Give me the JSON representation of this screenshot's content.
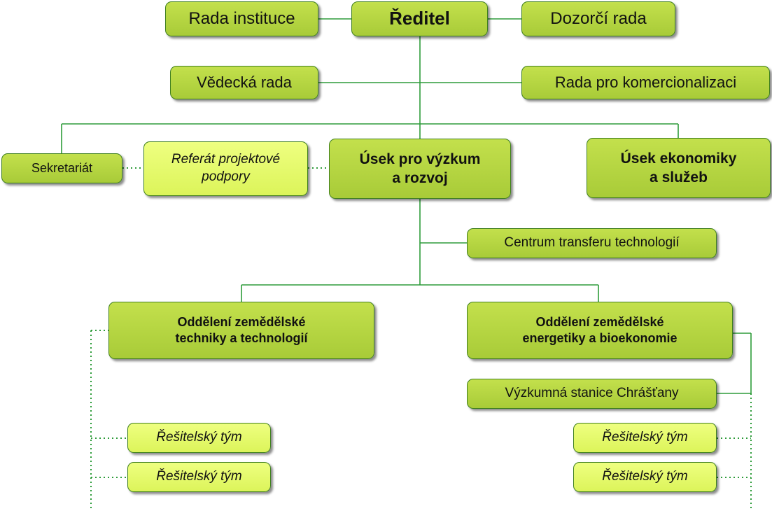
{
  "colors": {
    "box_fill": "#b2d33e",
    "box_fill_light": "#e5fa6a",
    "line": "#2e9c3a"
  },
  "nodes": {
    "reditel": "Ředitel",
    "rada_instituce": "Rada instituce",
    "dozorci_rada": "Dozorčí rada",
    "vedecka_rada": "Vědecká rada",
    "rada_komercionalizace": "Rada pro komercionalizaci",
    "sekretariat": "Sekretariát",
    "referat": "Referát projektové\npodpory",
    "usek_vyzkum": "Úsek pro výzkum\na rozvoj",
    "usek_ekonomiky": "Úsek ekonomiky\na služeb",
    "centrum_transferu": "Centrum transferu technologií",
    "oddeleni_techniky": "Oddělení zemědělské\ntechniky a technologií",
    "oddeleni_energetiky": "Oddělení zemědělské\nenergetiky a bioekonomie",
    "stanice": "Výzkumná stanice Chrášťany",
    "tym_left_1": "Řešitelský tým",
    "tym_left_2": "Řešitelský tým",
    "tym_right_1": "Řešitelský tým",
    "tym_right_2": "Řešitelský tým"
  }
}
